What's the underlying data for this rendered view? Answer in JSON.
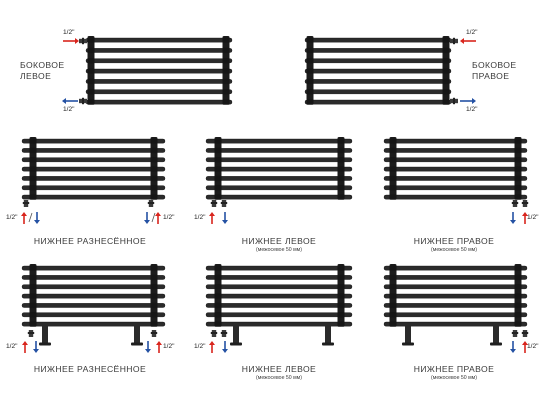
{
  "colors": {
    "radiator": "#2b2b2b",
    "radiator_edge": "#111111",
    "supply_arrow": "#d9251d",
    "return_arrow": "#2451a3",
    "label_text": "#3a3a3a"
  },
  "pipe_size": "1/2\"",
  "labels": {
    "side_left": "БОКОВОЕ\nЛЕВОЕ",
    "side_right": "БОКОВОЕ\nПРАВОЕ",
    "bottom_split": "НИЖНЕЕ РАЗНЕСЁННОЕ",
    "bottom_left": "НИЖНЕЕ ЛЕВОЕ",
    "bottom_right": "НИЖНЕЕ ПРАВОЕ",
    "spacing_note": "(межосевое 50 мм)"
  }
}
